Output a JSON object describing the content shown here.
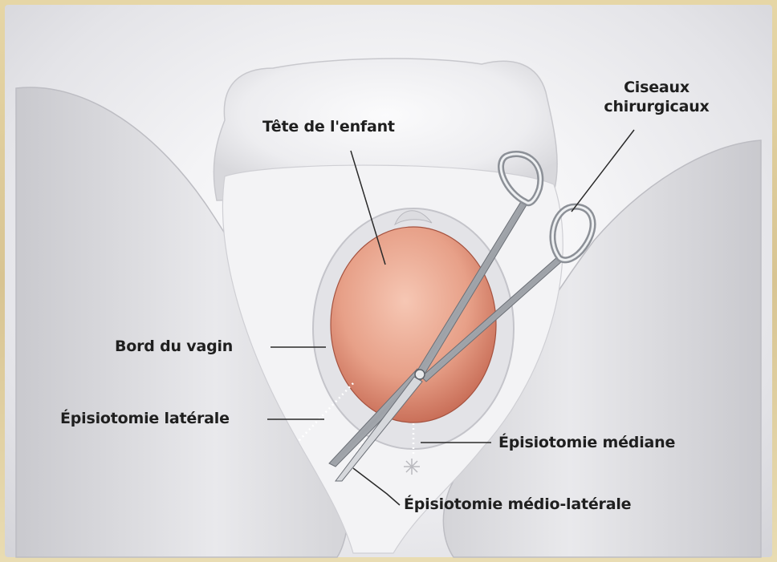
{
  "labels": {
    "head": "Tête de l'enfant",
    "scissors_line1": "Ciseaux",
    "scissors_line2": "chirurgicaux",
    "vaginal_edge": "Bord du vagin",
    "lateral": "Épisiotomie latérale",
    "median": "Épisiotomie médiane",
    "mediolateral": "Épisiotomie médio-latérale"
  },
  "colors": {
    "frame": "#e0cf9e",
    "skin": "#ececef",
    "head": "#e08f76",
    "text": "#1f1f1f"
  }
}
